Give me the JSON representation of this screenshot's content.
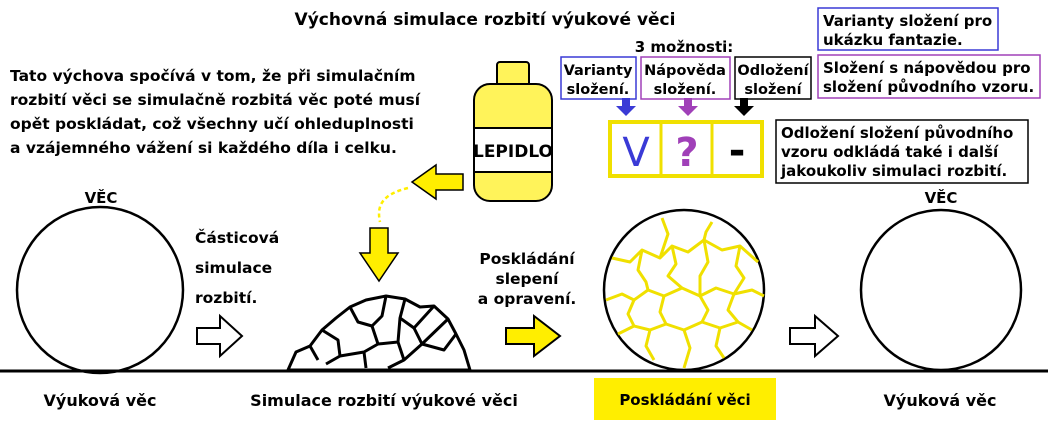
{
  "title": "Výchovná simulace rozbití výukové věci",
  "intro_lines": [
    "Tato výchova spočívá v tom, že při simulačním",
    "rozbití věci se simulačně rozbitá věc poté musí",
    "opět poskládat, což všechny učí ohleduplnosti",
    "a vzájemného vážení si každého díla i celku."
  ],
  "glue_label": "LEPIDLO",
  "options_heading": "3 možnosti:",
  "options": [
    {
      "label_lines": [
        "Varianty",
        "složení."
      ],
      "symbol": "V",
      "color": "#3a3ad6"
    },
    {
      "label_lines": [
        "Nápověda",
        "složení."
      ],
      "symbol": "?",
      "color": "#a040b8"
    },
    {
      "label_lines": [
        "Odložení",
        "složení"
      ],
      "symbol": "-",
      "color": "#000000"
    }
  ],
  "notes": {
    "variants": [
      "Varianty složení pro",
      "ukázku fantazie."
    ],
    "hint": [
      "Složení s nápovědou pro",
      "složení původního vzoru."
    ],
    "postpone": [
      "Odložení složení původního",
      "vzoru odkládá také i další",
      "jakoukoliv simulaci rozbití."
    ]
  },
  "thing_label": "VĚC",
  "thing_label_right": "VĚC",
  "particle_caption": [
    "Částicová",
    "simulace",
    "rozbití."
  ],
  "assembly_caption": [
    "Poskládání",
    "slepení",
    "a opravení."
  ],
  "bottom_labels": {
    "left": "Výuková věc",
    "middle": "Simulace rozbití výukové věci",
    "assembly": "Poskládání věci",
    "right": "Výuková věc"
  },
  "colors": {
    "yellow": "#ffee00",
    "glue_fill": "#fff35a",
    "crack": "#f0e000",
    "blue": "#3a3ad6",
    "purple": "#a040b8"
  }
}
